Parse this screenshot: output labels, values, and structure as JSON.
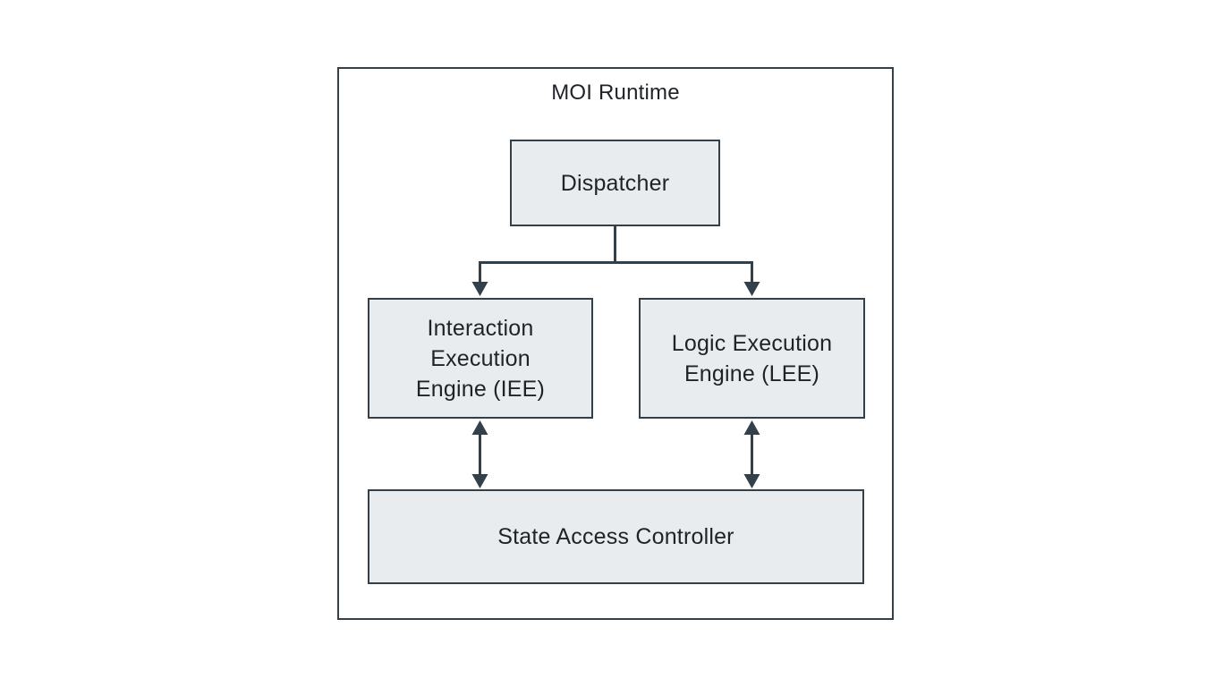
{
  "diagram": {
    "title": "MOI Runtime",
    "nodes": {
      "dispatcher": {
        "label": "Dispatcher"
      },
      "iee": {
        "label": "Interaction Execution Engine (IEE)"
      },
      "lee": {
        "label": "Logic Execution Engine (LEE)"
      },
      "sac": {
        "label": "State Access Controller"
      }
    },
    "edges": [
      {
        "from": "Dispatcher",
        "to": "Interaction Execution Engine (IEE)",
        "type": "arrow"
      },
      {
        "from": "Dispatcher",
        "to": "Logic Execution Engine (LEE)",
        "type": "arrow"
      },
      {
        "from": "Interaction Execution Engine (IEE)",
        "to": "State Access Controller",
        "type": "double-arrow"
      },
      {
        "from": "Logic Execution Engine (LEE)",
        "to": "State Access Controller",
        "type": "double-arrow"
      }
    ],
    "colors": {
      "background": "#ffffff",
      "node_fill": "#e9ecee",
      "node_border": "#33404a",
      "connector": "#33404a",
      "text": "#1f2328"
    }
  }
}
